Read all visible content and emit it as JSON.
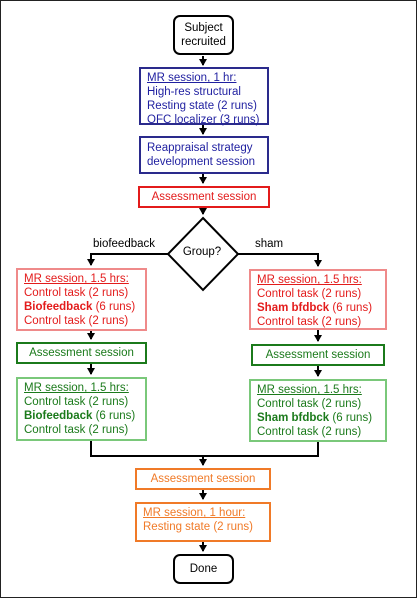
{
  "subject": {
    "line1": "Subject",
    "line2": "recruited"
  },
  "mr1": {
    "title": "MR session, 1 hr:",
    "lines": [
      "High-res structural",
      "Resting state (2 runs)",
      "OFC localizer (3 runs)"
    ]
  },
  "reappraisal": {
    "line1": "Reappraisal strategy",
    "line2": "development session"
  },
  "assessment1": {
    "label": "Assessment session"
  },
  "group": {
    "label": "Group?",
    "left_branch": "biofeedback",
    "right_branch": "sham"
  },
  "left": {
    "mr_a": {
      "title": "MR session, 1.5 hrs:",
      "line1": "Control task (2 runs)",
      "line2_bold": "Biofeedback",
      "line2_rest": " (6 runs)",
      "line3": "Control task (2 runs)"
    },
    "assessment": {
      "label": "Assessment session"
    },
    "mr_b": {
      "title": "MR session, 1.5 hrs:",
      "line1": "Control task (2 runs)",
      "line2_bold": "Biofeedback",
      "line2_rest": " (6 runs)",
      "line3": "Control task (2 runs)"
    }
  },
  "right": {
    "mr_a": {
      "title": "MR session, 1.5 hrs:",
      "line1": "Control task (2 runs)",
      "line2_bold": "Sham bfdbck",
      "line2_rest": " (6 runs)",
      "line3": "Control task (2 runs)"
    },
    "assessment": {
      "label": "Assessment session"
    },
    "mr_b": {
      "title": "MR session, 1.5 hrs:",
      "line1": "Control task (2 runs)",
      "line2_bold": "Sham bfdbck",
      "line2_rest": " (6 runs)",
      "line3": "Control task (2 runs)"
    }
  },
  "assessment_final": {
    "label": "Assessment session"
  },
  "mr_final": {
    "title": "MR session,  1 hour:",
    "line1": "Resting state (2 runs)"
  },
  "done": {
    "label": "Done"
  },
  "colors": {
    "black": "#000000",
    "blue": "#1f1fa0",
    "red": "#e31b1b",
    "pink": "#ef8a8a",
    "dark_green": "#1b7a1b",
    "light_green": "#7ac87a",
    "orange": "#f07a28"
  }
}
